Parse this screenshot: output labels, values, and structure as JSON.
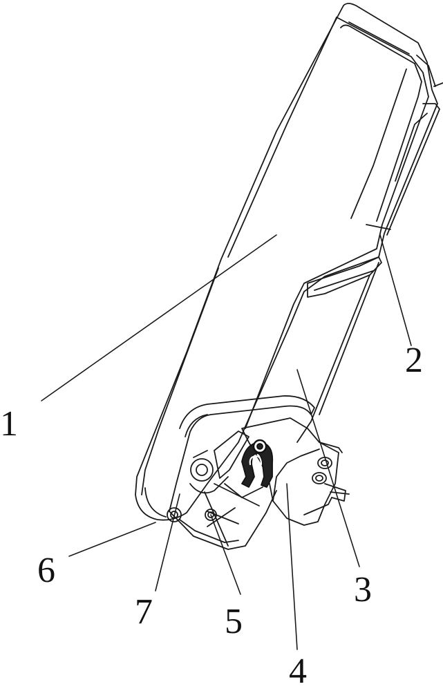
{
  "figure": {
    "labels": {
      "l1": "1",
      "l2": "2",
      "l3": "3",
      "l4": "4",
      "l5": "5",
      "l6": "6",
      "l7": "7"
    },
    "colors": {
      "line": "#1a1a1a",
      "part_dark": "#222222",
      "background": "#ffffff"
    }
  }
}
